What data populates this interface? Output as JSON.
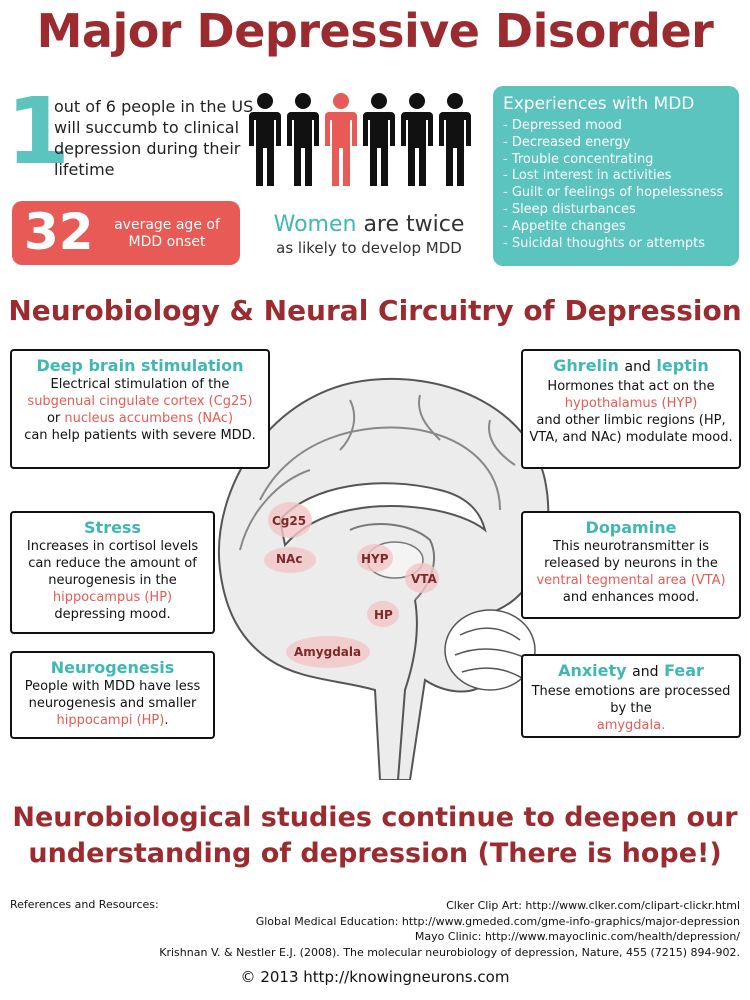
{
  "title": "Major Depressive Disorder",
  "stat": {
    "number": "1",
    "text": "out of 6 people in the US will succumb to clinical depression during their lifetime"
  },
  "onset": {
    "number": "32",
    "label": "average age of MDD onset"
  },
  "women": {
    "highlight": "Women",
    "rest": "are twice",
    "line2": "as likely to develop MDD"
  },
  "experiences": {
    "heading": "Experiences with MDD",
    "items": [
      "- Depressed mood",
      "- Decreased energy",
      "- Trouble concentrating",
      "- Lost interest in activities",
      "- Guilt or feelings of hopelessness",
      "- Sleep disturbances",
      "- Appetite changes",
      "- Suicidal thoughts or attempts"
    ]
  },
  "section_title": "Neurobiology & Neural Circuitry of Depression",
  "cards": {
    "dbs": {
      "title": "Deep brain stimulation",
      "t1": "Electrical stimulation of the",
      "r1": "subgenual cingulate cortex (Cg25)",
      "t2": "or",
      "r2": "nucleus accumbens (NAc)",
      "t3": "can help patients with severe MDD."
    },
    "stress": {
      "title": "Stress",
      "t1": "Increases in cortisol levels can reduce the amount of neurogenesis in the",
      "r1": "hippocampus (HP)",
      "t2": "depressing mood."
    },
    "neuro": {
      "title": "Neurogenesis",
      "t1": "People with MDD have less neurogenesis and smaller",
      "r1": "hippocampi (HP)",
      "t2": "."
    },
    "ghrelin": {
      "title_a": "Ghrelin",
      "and": "and",
      "title_b": "leptin",
      "t1": "Hormones that act on the",
      "r1": "hypothalamus (HYP)",
      "t2": "and other limbic regions (HP, VTA, and NAc) modulate mood."
    },
    "dopamine": {
      "title": "Dopamine",
      "t1": "This neurotransmitter is released by neurons in the",
      "r1": "ventral tegmental area (VTA)",
      "t2": "and enhances mood."
    },
    "anxiety": {
      "title_a": "Anxiety",
      "and": "and",
      "title_b": "Fear",
      "t1": "These emotions are processed by the",
      "r1": "amygdala."
    }
  },
  "brain_labels": {
    "cg25": "Cg25",
    "nac": "NAc",
    "hyp": "HYP",
    "vta": "VTA",
    "hp": "HP",
    "amygdala": "Amygdala"
  },
  "closing": {
    "line1": "Neurobiological studies continue to deepen our",
    "line2": "understanding of depression (There is hope!)"
  },
  "references": {
    "label": "References and Resources:",
    "items": [
      "Clker Clip Art: http://www.clker.com/clipart-clickr.html",
      "Global Medical Education: http://www.gmeded.com/gme-info-graphics/major-depression",
      "Mayo Clinic: http://www.mayoclinic.com/health/depression/",
      "Krishnan V. & Nestler E.J. (2008). The molecular neurobiology of depression, Nature, 455 (7215) 894-902."
    ]
  },
  "copyright": "© 2013 http://knowingneurons.com",
  "colors": {
    "maroon": "#9b2b2f",
    "teal": "#5bc4bf",
    "coral": "#e85a55"
  }
}
